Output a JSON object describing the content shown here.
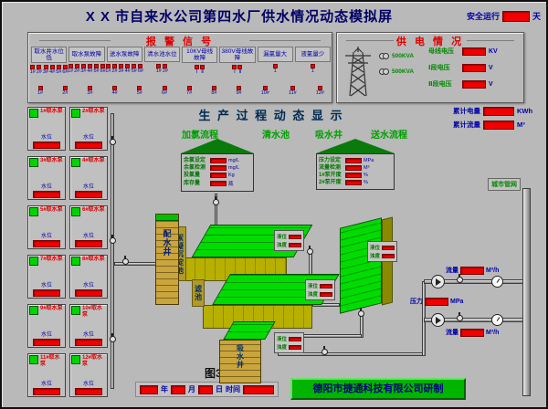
{
  "header": {
    "title": "X X 市自来水公司第四水厂供水情况动态模拟屏",
    "safe_run_label": "安全运行",
    "safe_run_unit": "天"
  },
  "alarm": {
    "title": "报 警 信 号",
    "groups": [
      {
        "label": "取水井水位低",
        "indicators": [
          "1#",
          "2#",
          "3#",
          "4#",
          "5#",
          "6#"
        ]
      },
      {
        "label": "取水泵故障",
        "indicators": [
          "1#",
          "2#",
          "3#",
          "4#",
          "5#",
          "6#"
        ]
      },
      {
        "label": "送水泵故障",
        "indicators": [
          "1#",
          "2#",
          "3#",
          "4#",
          "5#",
          "6#"
        ]
      },
      {
        "label": "清水池水位",
        "indicators": [
          "1#",
          "2#"
        ]
      },
      {
        "label": "10KV母线故障",
        "indicators": [
          "Ⅰ",
          "Ⅱ"
        ]
      },
      {
        "label": "380V母线故障",
        "indicators": [
          "Ⅰ",
          "Ⅱ"
        ]
      },
      {
        "label": "漏氯量大",
        "indicators": [
          "1"
        ]
      },
      {
        "label": "液氯量少",
        "indicators": [
          "1"
        ]
      }
    ],
    "row2": [
      "1#",
      "2#",
      "3#",
      "4#",
      "5#",
      "6#",
      "7#",
      "8#",
      "9#",
      "10#",
      "11#",
      "12#"
    ]
  },
  "power": {
    "title": "供 电 情 况",
    "transformers": [
      "500KVA",
      "500KVA"
    ],
    "rows": [
      {
        "label": "母线电压",
        "unit": "KV"
      },
      {
        "label": "Ⅰ段电压",
        "unit": "V"
      },
      {
        "label": "Ⅱ段电压",
        "unit": "V"
      }
    ]
  },
  "totals": [
    {
      "label": "累计电量",
      "unit": "KWh"
    },
    {
      "label": "累计流量",
      "unit": "M³"
    }
  ],
  "process": {
    "title": "生 产 过 程 动 态 显 示",
    "flow_labels": [
      "加氯流程",
      "清水池",
      "吸水井",
      "送水流程"
    ]
  },
  "pumps": {
    "level_label": "水位",
    "units": [
      "1#取水泵",
      "2#取水泵",
      "3#取水泵",
      "4#取水泵",
      "5#取水泵",
      "6#取水泵",
      "7#取水泵",
      "8#取水泵",
      "9#取水泵",
      "10#取水泵",
      "11#取水泵",
      "12#取水泵"
    ]
  },
  "houses": [
    {
      "rows": [
        {
          "label": "余氯设定",
          "unit": "mg/L"
        },
        {
          "label": "余氯检测",
          "unit": "mg/L"
        },
        {
          "label": "投氯量",
          "unit": "Kg"
        },
        {
          "label": "库存量",
          "unit": "瓶"
        }
      ]
    },
    {
      "rows": [
        {
          "label": "压力设定",
          "unit": "MPa"
        },
        {
          "label": "流量检测",
          "unit": "M³"
        },
        {
          "label": "1#泵开度",
          "unit": "%"
        },
        {
          "label": "2#泵开度",
          "unit": "%"
        }
      ]
    }
  ],
  "tanks": {
    "distribution_well": "配水井",
    "sedimentation": "絮凝沉淀池",
    "filter": "滤池",
    "suction_well": "吸水井",
    "panel_rows": [
      "液位",
      "浊度"
    ]
  },
  "network_label": "城市管网",
  "meters": [
    {
      "label": "流量",
      "unit": "M³/h"
    },
    {
      "label": "压力",
      "unit": "MPa"
    },
    {
      "label": "流量",
      "unit": "M³/h"
    }
  ],
  "bottom": {
    "figure_label": "图3",
    "date_units": [
      "年",
      "月",
      "日"
    ],
    "time_label": "时间",
    "company": "德阳市捷通科技有限公司研制"
  }
}
